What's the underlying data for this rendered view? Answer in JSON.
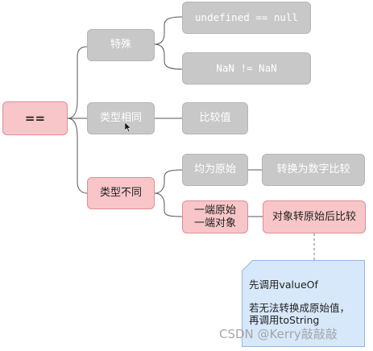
{
  "root": {
    "label": "=="
  },
  "branches": {
    "special": {
      "label": "特殊",
      "cases": [
        "undefined == null",
        "NaN != NaN"
      ]
    },
    "same_type": {
      "label": "类型相同",
      "result": "比较值"
    },
    "diff_type": {
      "label": "类型不同",
      "cases": [
        {
          "label": "均为原始",
          "result": "转换为数字比较"
        },
        {
          "label": "一端原始\n一端对象",
          "result": "对象转原始后比较"
        }
      ]
    }
  },
  "note": {
    "line1": "先调用valueOf",
    "line2": "若无法转换成原始值，\n再调用toString"
  },
  "watermark": "CSDN @Kerry敲敲敲",
  "colors": {
    "gray_node": "#c8c8c8",
    "pink_node": "#f8c6c8",
    "pink_border": "#e08d93",
    "note_bg": "#d7e8fb",
    "connector": "#555555"
  }
}
